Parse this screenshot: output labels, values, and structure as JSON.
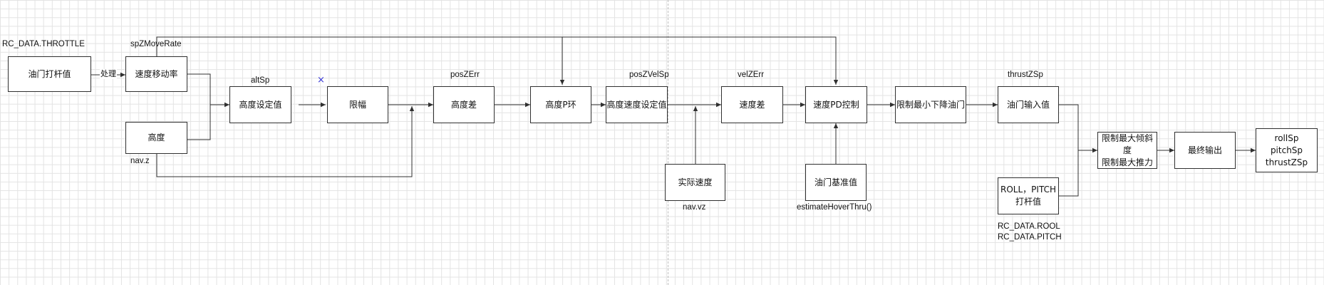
{
  "boxes": {
    "throttle_value": "油门打杆值",
    "speed_move_rate": "速度移动率",
    "height": "高度",
    "alt_setpoint": "高度设定值",
    "limit": "限幅",
    "height_diff": "高度差",
    "height_p_loop": "高度P环",
    "height_speed_setpoint": "高度速度设定值",
    "actual_speed": "实际速度",
    "speed_diff": "速度差",
    "speed_pd_control": "速度PD控制",
    "throttle_baseline": "油门基准值",
    "limit_min_descent_throttle": "限制最小下降油门",
    "throttle_input": "油门输入值",
    "roll_pitch_stick": "ROLL，PITCH\n打杆值",
    "limit_tilt_thrust": "限制最大倾斜度\n限制最大推力",
    "final_output": "最终输出",
    "outputs": "rollSp\npitchSp\nthrustZSp"
  },
  "labels": {
    "rc_throttle": "RC_DATA.THROTTLE",
    "sp_z_move_rate": "spZMoveRate",
    "process": "处理",
    "nav_z": "nav.z",
    "alt_sp": "altSp",
    "pos_z_err": "posZErr",
    "pos_z_vel_sp": "posZVelSp",
    "nav_vz": "nav.vz",
    "vel_z_err": "velZErr",
    "estimate_hover_thru": "estimateHoverThru()",
    "thrust_z_sp": "thrustZSp",
    "rc_rool": "RC_DATA.ROOL",
    "rc_pitch": "RC_DATA.PITCH"
  },
  "marker_glyph": "×",
  "colors": {
    "line": "#303030",
    "marker": "#3a3ad8",
    "grid": "#e3e3e3"
  }
}
